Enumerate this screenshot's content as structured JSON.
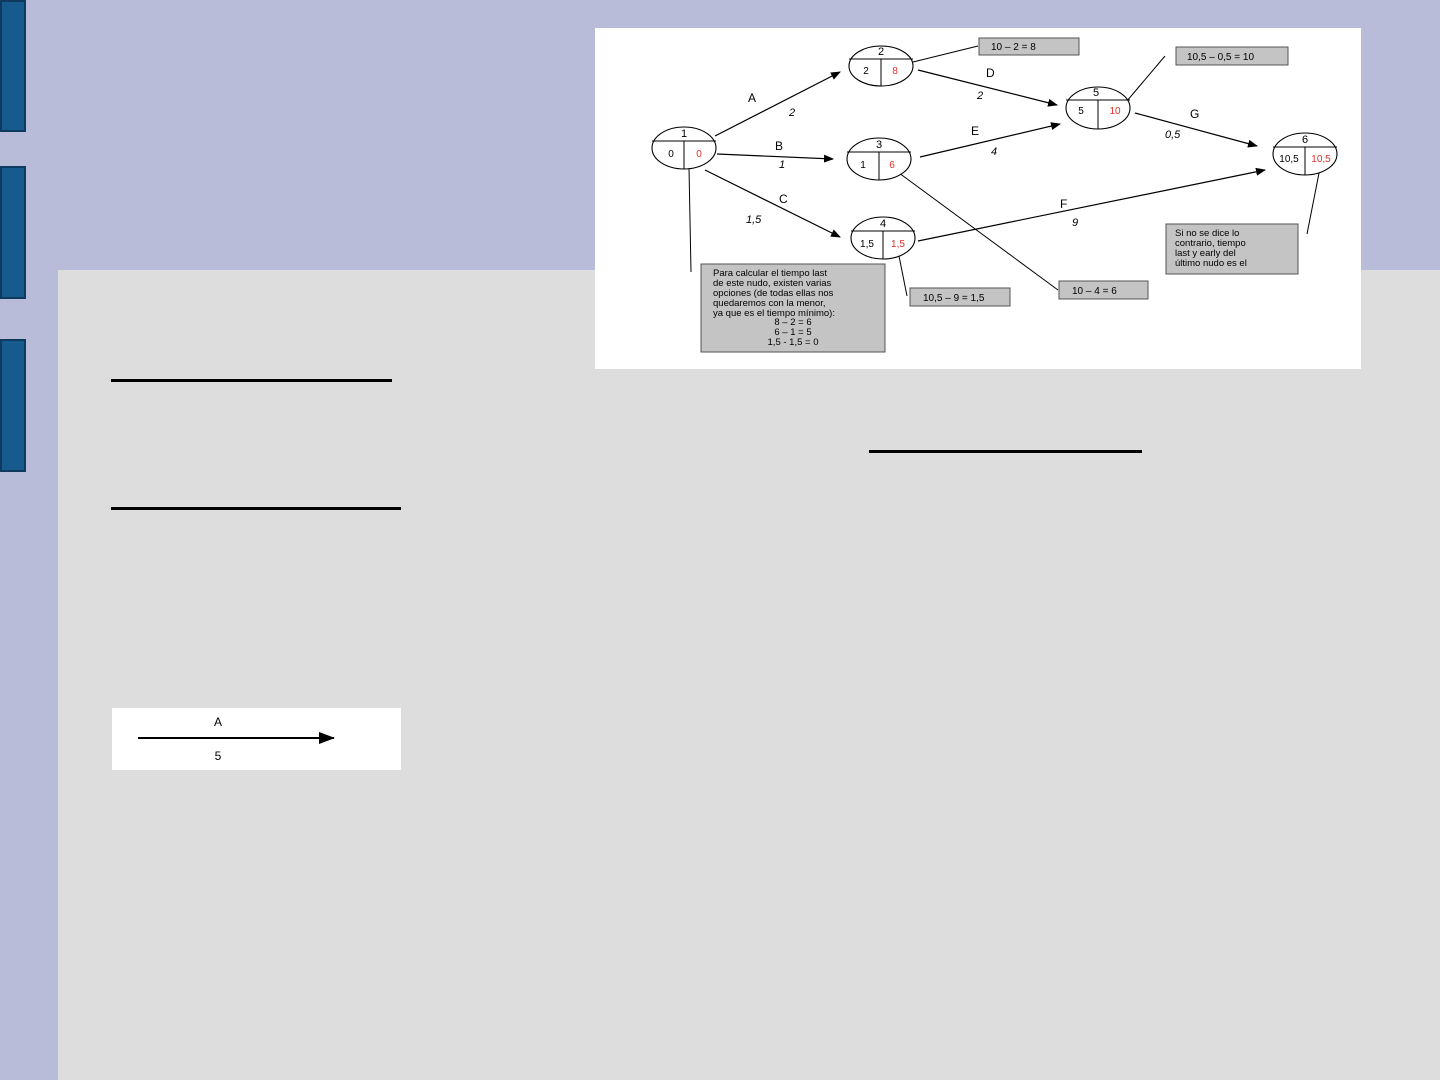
{
  "colors": {
    "background": "#b8bcd8",
    "panel": "#dddddd",
    "side_tab": "#175a8e",
    "late_time": "#e0312b",
    "note_box": "#c4c4c4"
  },
  "diagram": {
    "nodes": [
      {
        "id": "1",
        "early": "0",
        "late": "0"
      },
      {
        "id": "2",
        "early": "2",
        "late": "8"
      },
      {
        "id": "3",
        "early": "1",
        "late": "6"
      },
      {
        "id": "4",
        "early": "1,5",
        "late": "1,5"
      },
      {
        "id": "5",
        "early": "5",
        "late": "10"
      },
      {
        "id": "6",
        "early": "10,5",
        "late": "10,5"
      }
    ],
    "activities": [
      {
        "label": "A",
        "duration": "2"
      },
      {
        "label": "B",
        "duration": "1"
      },
      {
        "label": "C",
        "duration": "1,5"
      },
      {
        "label": "D",
        "duration": "2"
      },
      {
        "label": "E",
        "duration": "4"
      },
      {
        "label": "F",
        "duration": "9"
      },
      {
        "label": "G",
        "duration": "0,5"
      }
    ],
    "notes": {
      "node2": "10 – 2 = 8",
      "node5": "10,5 – 0,5 = 10",
      "node3": "10 – 4 = 6",
      "node4": "10,5 – 9 = 1,5",
      "node1_lines": [
        "Para calcular el tiempo last",
        "de este nudo, existen varias",
        "opciones (de todas ellas nos",
        "quedaremos con la menor,",
        "ya que es el tiempo mínimo):",
        "8 – 2 = 6",
        "6 – 1 = 5",
        "1,5 - 1,5 = 0"
      ],
      "node6_lines": [
        "Si no se dice lo",
        "contrario, tiempo",
        "last y early del",
        "último nudo es el"
      ]
    }
  },
  "legend": {
    "activity": "A",
    "duration": "5"
  }
}
